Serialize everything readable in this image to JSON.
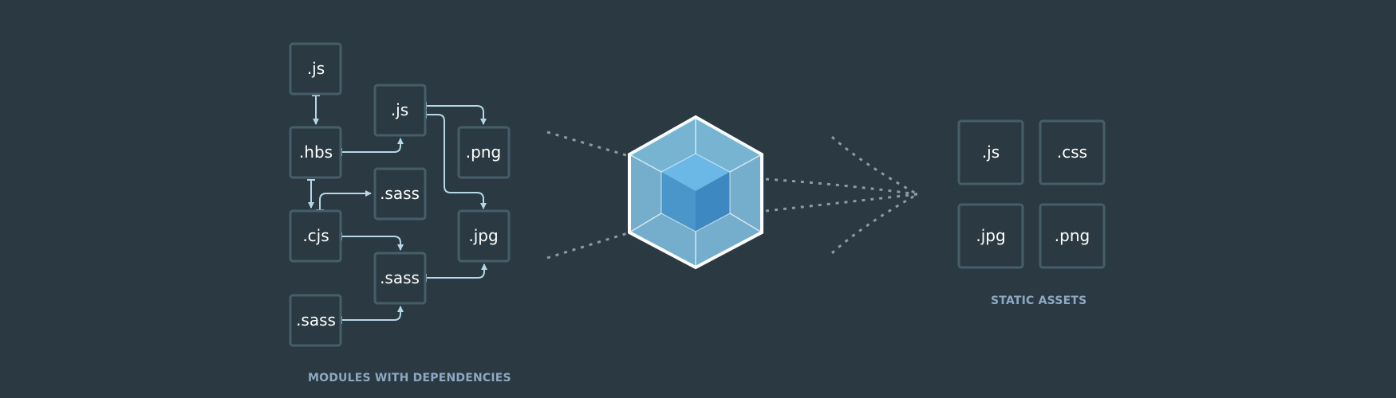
{
  "colors": {
    "background": "#2b3a42",
    "box_stroke": "#465e69",
    "arrow": "#b6d7e6",
    "dotted": "#8a9ba3",
    "logo_outer": "#8ed6fb",
    "logo_inner": "#1c78c0",
    "caption": "#8fa8c2"
  },
  "modules": {
    "js_top": ".js",
    "hbs": ".hbs",
    "cjs": ".cjs",
    "sass_bottom": ".sass",
    "js_mid": ".js",
    "sass_mid": ".sass",
    "sass_low": ".sass",
    "png": ".png",
    "jpg": ".jpg"
  },
  "assets": {
    "js": ".js",
    "css": ".css",
    "jpg": ".jpg",
    "png": ".png"
  },
  "captions": {
    "modules": "MODULES WITH DEPENDENCIES",
    "assets": "STATIC ASSETS"
  },
  "logo": {
    "icon": "webpack-cube-icon"
  }
}
